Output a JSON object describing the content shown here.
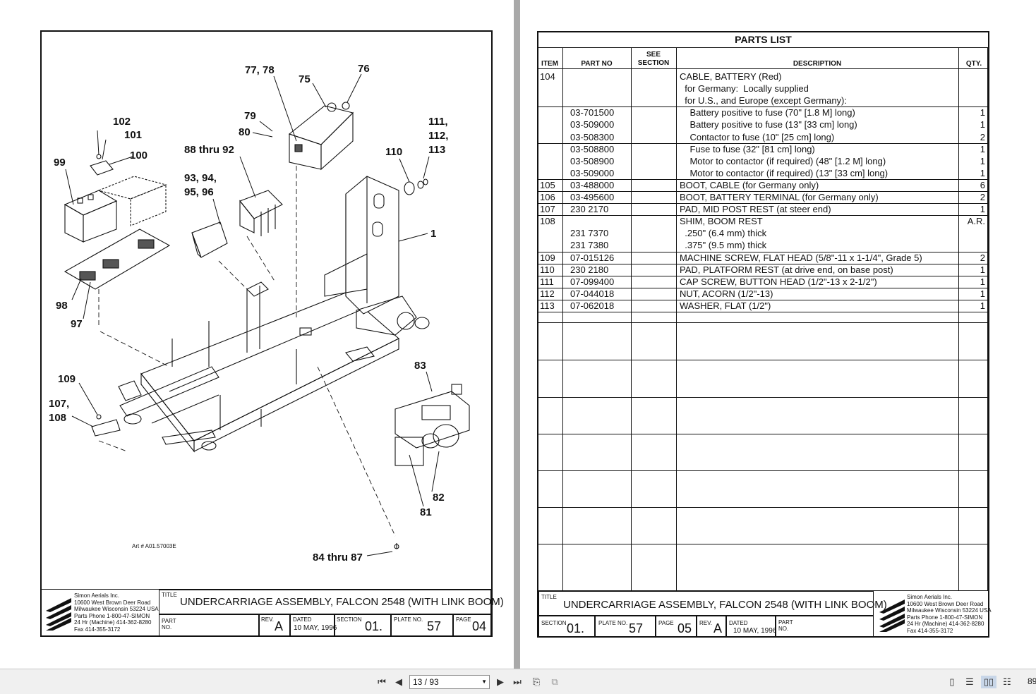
{
  "left_sheet": {
    "callouts": {
      "c77": "77, 78",
      "c75": "75",
      "c76": "76",
      "c79": "79",
      "c80": "80",
      "c102": "102",
      "c101": "101",
      "c100": "100",
      "c99": "99",
      "c88": "88 thru 92",
      "c93": "93, 94,\n95, 96",
      "c110": "110",
      "c111": "111,\n112,\n113",
      "c1": "1",
      "c98": "98",
      "c97": "97",
      "c109": "109",
      "c107": "107,\n108",
      "c83": "83",
      "c82": "82",
      "c81": "81",
      "c84": "84 thru 87"
    },
    "art_number": "Art # A01.57003E",
    "company": "Simon Aerials Inc.\n10600 West Brown Deer Road\nMilwaukee Wisconsin 53224 USA\nParts Phone 1-800-47-SIMON\n24 Hr (Machine) 414-362-8280\nFax 414-355-3172",
    "title_label": "TITLE",
    "title": "UNDERCARRIAGE ASSEMBLY, FALCON 2548 (WITH LINK BOOM)",
    "part_no_label": "PART\nNO.",
    "rev_label": "REV.",
    "rev": "A",
    "dated_label": "DATED",
    "dated": "10 MAY, 1996",
    "section_label": "SECTION",
    "section": "01.",
    "plate_label": "PLATE NO.",
    "plate": "57",
    "page_label": "PAGE",
    "page": "04"
  },
  "right_sheet": {
    "parts_list_title": "PARTS LIST",
    "columns": {
      "item": "ITEM",
      "part_no": "PART NO",
      "see_section": "SEE\nSECTION",
      "description": "DESCRIPTION",
      "qty": "QTY."
    },
    "rows": [
      {
        "item": "104",
        "part": "",
        "desc": "CABLE, BATTERY (Red)",
        "qty": ""
      },
      {
        "item": "",
        "part": "",
        "desc": "  for Germany:  Locally supplied",
        "qty": ""
      },
      {
        "item": "",
        "part": "",
        "desc": "  for U.S., and Europe (except Germany):",
        "qty": ""
      },
      {
        "item": "",
        "part": "03-701500",
        "desc": "    Battery positive to fuse (70\" [1.8 M] long)",
        "qty": "1"
      },
      {
        "item": "",
        "part": "03-509000",
        "desc": "    Battery positive to fuse (13\" [33 cm] long)",
        "qty": "1"
      },
      {
        "item": "",
        "part": "03-508300",
        "desc": "    Contactor to fuse (10\" [25 cm] long)",
        "qty": "2"
      },
      {
        "item": "",
        "part": "03-508800",
        "desc": "    Fuse to fuse (32\" [81 cm] long)",
        "qty": "1"
      },
      {
        "item": "",
        "part": "03-508900",
        "desc": "    Motor to contactor (if required) (48\" [1.2 M] long)",
        "qty": "1"
      },
      {
        "item": "",
        "part": "03-509000",
        "desc": "    Motor to contactor (if required) (13\" [33 cm] long)",
        "qty": "1"
      },
      {
        "item": "105",
        "part": "03-488000",
        "desc": "BOOT, CABLE (for Germany only)",
        "qty": "6"
      },
      {
        "item": "106",
        "part": "03-495600",
        "desc": "BOOT, BATTERY TERMINAL (for Germany only)",
        "qty": "2"
      },
      {
        "item": "107",
        "part": "230 2170",
        "desc": "PAD, MID POST REST (at steer end)",
        "qty": "1"
      },
      {
        "item": "108",
        "part": "",
        "desc": "SHIM, BOOM REST",
        "qty": "A.R."
      },
      {
        "item": "",
        "part": "231 7370",
        "desc": "  .250\" (6.4 mm) thick",
        "qty": ""
      },
      {
        "item": "",
        "part": "231 7380",
        "desc": "  .375\" (9.5 mm) thick",
        "qty": ""
      },
      {
        "item": "109",
        "part": "07-015126",
        "desc": "MACHINE SCREW, FLAT HEAD (5/8\"-11 x 1-1/4\", Grade 5)",
        "qty": "2"
      },
      {
        "item": "110",
        "part": "230 2180",
        "desc": "PAD, PLATFORM REST (at drive end, on base post)",
        "qty": "1"
      },
      {
        "item": "111",
        "part": "07-099400",
        "desc": "CAP SCREW, BUTTON HEAD (1/2\"-13 x 2-1/2\")",
        "qty": "1"
      },
      {
        "item": "112",
        "part": "07-044018",
        "desc": "NUT, ACORN (1/2\"-13)",
        "qty": "1"
      },
      {
        "item": "113",
        "part": "07-062018",
        "desc": "WASHER, FLAT (1/2\")",
        "qty": "1"
      }
    ],
    "company": "Simon Aerials Inc.\n10600 West Brown Deer Road\nMilwaukee Wisconsin 53224 USA\nParts Phone 1-800-47-SIMON\n24 Hr (Machine) 414-362-8280\nFax 414-355-3172",
    "title_label": "TITLE",
    "title": "UNDERCARRIAGE ASSEMBLY, FALCON 2548 (WITH LINK BOOM)",
    "section_label": "SECTION",
    "section": "01.",
    "plate_label": "PLATE NO.",
    "plate": "57",
    "page_label": "PAGE",
    "page": "05",
    "rev_label": "REV.",
    "rev": "A",
    "dated_label": "DATED",
    "dated": "10 MAY, 1996",
    "part_no_label": "PART\nNO."
  },
  "toolbar": {
    "page_indicator": "13 / 93",
    "zoom": "89",
    "icons": [
      "first-page-icon",
      "prev-page-icon",
      "next-page-icon",
      "last-page-icon",
      "rotate-icon",
      "fit-icon",
      "single-page-icon",
      "continuous-icon",
      "facing-icon",
      "facing-continuous-icon"
    ]
  }
}
